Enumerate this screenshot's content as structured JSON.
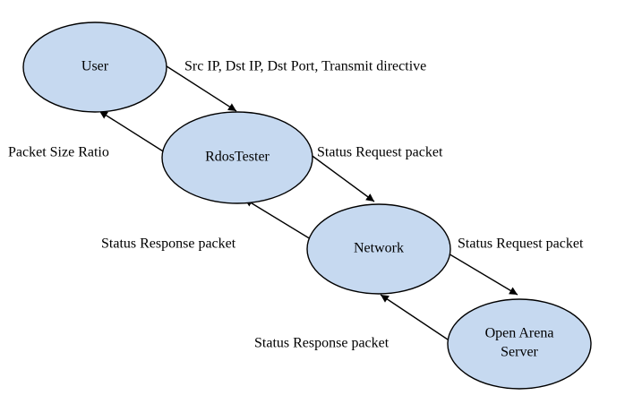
{
  "nodes": {
    "user": {
      "label": "User"
    },
    "rdostester": {
      "label": "RdosTester"
    },
    "network": {
      "label": "Network"
    },
    "server": {
      "line1": "Open Arena",
      "line2": "Server"
    }
  },
  "edges": {
    "user_to_rdostester": "Src IP, Dst IP, Dst Port, Transmit directive",
    "rdostester_to_user": "Packet Size Ratio",
    "rdostester_to_network": "Status Request packet",
    "network_to_rdostester": "Status Response packet",
    "network_to_server": "Status Request packet",
    "server_to_network": "Status Response packet"
  },
  "colors": {
    "node_fill": "#c6d9f0",
    "outline": "#000000"
  }
}
